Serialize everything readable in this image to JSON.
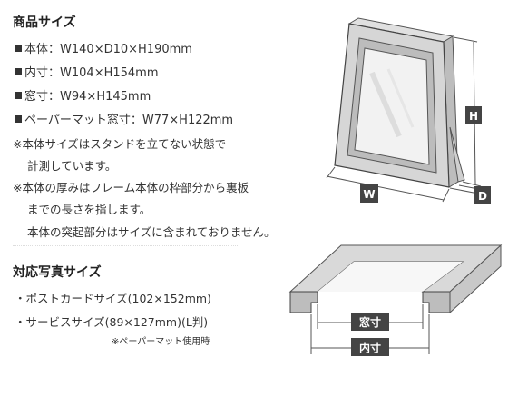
{
  "product_size": {
    "heading": "商品サイズ",
    "specs": [
      {
        "label": "本体",
        "value": "W140×D10×H190mm"
      },
      {
        "label": "内寸",
        "value": "W104×H154mm"
      },
      {
        "label": "窓寸",
        "value": "W94×H145mm"
      },
      {
        "label": "ペーパーマット窓寸",
        "value": "W77×H122mm"
      }
    ],
    "notes": [
      "※本体サイズはスタンドを立てない状態で",
      "計測しています。",
      "※本体の厚みはフレーム本体の枠部分から裏板",
      "までの長さを指します。",
      "本体の突起部分はサイズに含まれておりません。"
    ]
  },
  "photo_size": {
    "heading": "対応写真サイズ",
    "items": [
      "・ポストカードサイズ(102×152mm)",
      "・サービスサイズ(89×127mm)(L判)"
    ],
    "footnote": "※ペーパーマット使用時"
  },
  "frame_diagram": {
    "label_h": "H",
    "label_w": "W",
    "label_d": "D"
  },
  "section_diagram": {
    "label_window": "窓寸",
    "label_inner": "内寸"
  },
  "colors": {
    "frame_fill": "#cfcfcf",
    "frame_stroke": "#444444",
    "label_fill": "#444444",
    "label_text": "#ffffff",
    "glass_fill": "#f2f2f2"
  }
}
